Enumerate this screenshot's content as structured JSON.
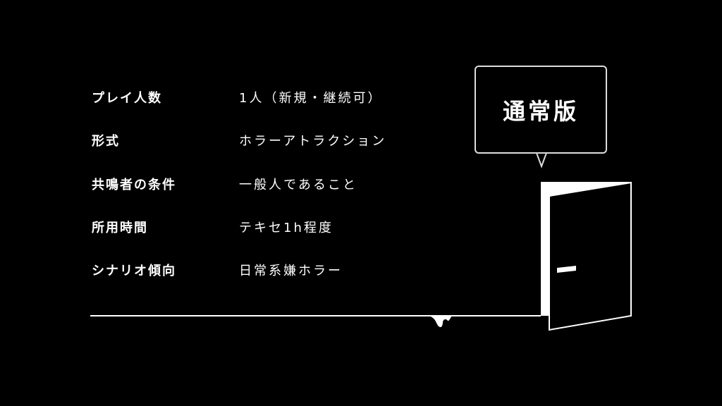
{
  "rows": [
    {
      "label": "プレイ人数",
      "value": "1人（新規・継続可）"
    },
    {
      "label": "形式",
      "value": "ホラーアトラクション"
    },
    {
      "label": "共鳴者の条件",
      "value": "一般人であること"
    },
    {
      "label": "所用時間",
      "value": "テキセ1h程度"
    },
    {
      "label": "シナリオ傾向",
      "value": "日常系嫌ホラー"
    }
  ],
  "badge": {
    "text": "通常版"
  },
  "colors": {
    "background": "#000000",
    "foreground": "#ffffff",
    "bubble_border": "#dddddd"
  }
}
